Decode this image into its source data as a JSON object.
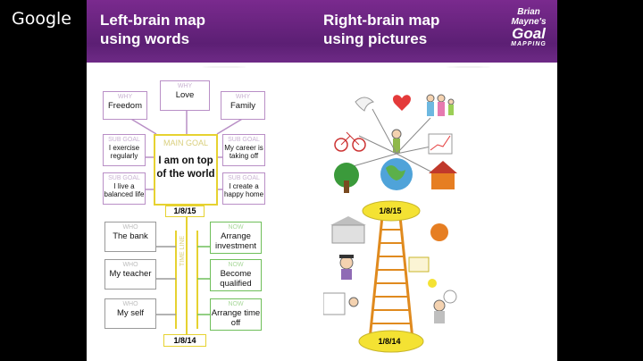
{
  "google": "Google",
  "header": {
    "left_line1": "Left-brain map",
    "left_line2": "using words",
    "right_line1": "Right-brain map",
    "right_line2": "using pictures"
  },
  "logo": {
    "line1": "Brian",
    "line2": "Mayne's",
    "line3": "Goal",
    "line4": "MAPPING"
  },
  "left_map": {
    "why_tag": "WHY",
    "whys": [
      "Freedom",
      "Love",
      "Family"
    ],
    "sub_tag": "SUB GOAL",
    "subgoals": [
      "I exercise regularly",
      "My career is taking off",
      "I live a balanced life",
      "I create a happy home"
    ],
    "main_tag": "MAIN GOAL",
    "main_goal": "I am on top of the world",
    "date_top": "1/8/15",
    "who_tag": "WHO",
    "whos": [
      "The bank",
      "My teacher",
      "My self"
    ],
    "now_tag": "NOW",
    "nows": [
      "Arrange investment",
      "Become qualified",
      "Arrange time off"
    ],
    "timeline": "TIME LINE",
    "date_bottom": "1/8/14"
  },
  "right_map": {
    "date_top": "1/8/15",
    "date_bottom": "1/8/14"
  }
}
